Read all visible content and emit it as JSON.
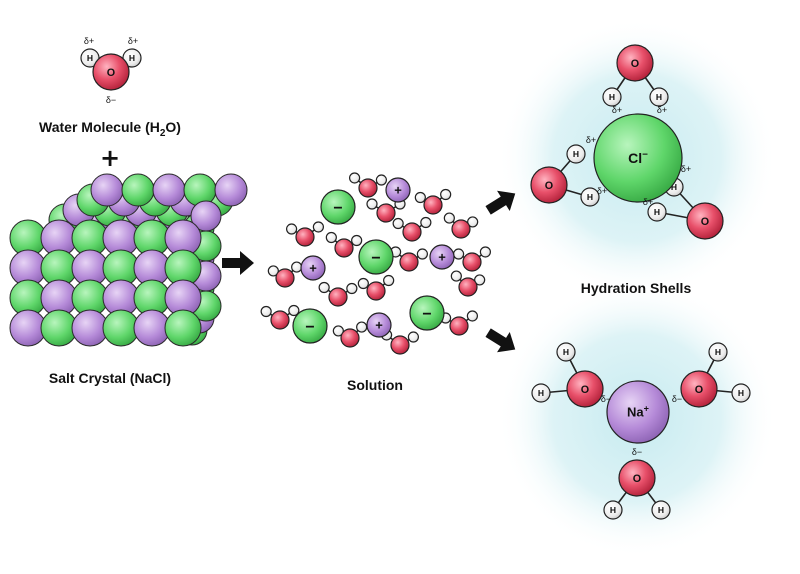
{
  "labels": {
    "water_molecule": "Water Molecule (H",
    "water_sub": "2",
    "water_tail": "O)",
    "salt_crystal": "Salt Crystal (NaCl)",
    "solution": "Solution",
    "hydration_shells": "Hydration Shells",
    "plus_sign": "+"
  },
  "atoms": {
    "oxygen": "O",
    "hydrogen": "H",
    "chloride": "Cl",
    "chloride_charge": "−",
    "sodium": "Na",
    "sodium_charge": "+",
    "anion_symbol": "−",
    "cation_symbol": "+"
  },
  "partial_charges": {
    "delta_plus": "δ+",
    "delta_minus": "δ−"
  },
  "colors": {
    "oxygen": "#e8506a",
    "hydrogen": "#f2f2f2",
    "chloride": "#5fd66a",
    "sodium": "#b58ad8",
    "shell_glow": "#bfe8ee",
    "arrow": "#111111"
  }
}
